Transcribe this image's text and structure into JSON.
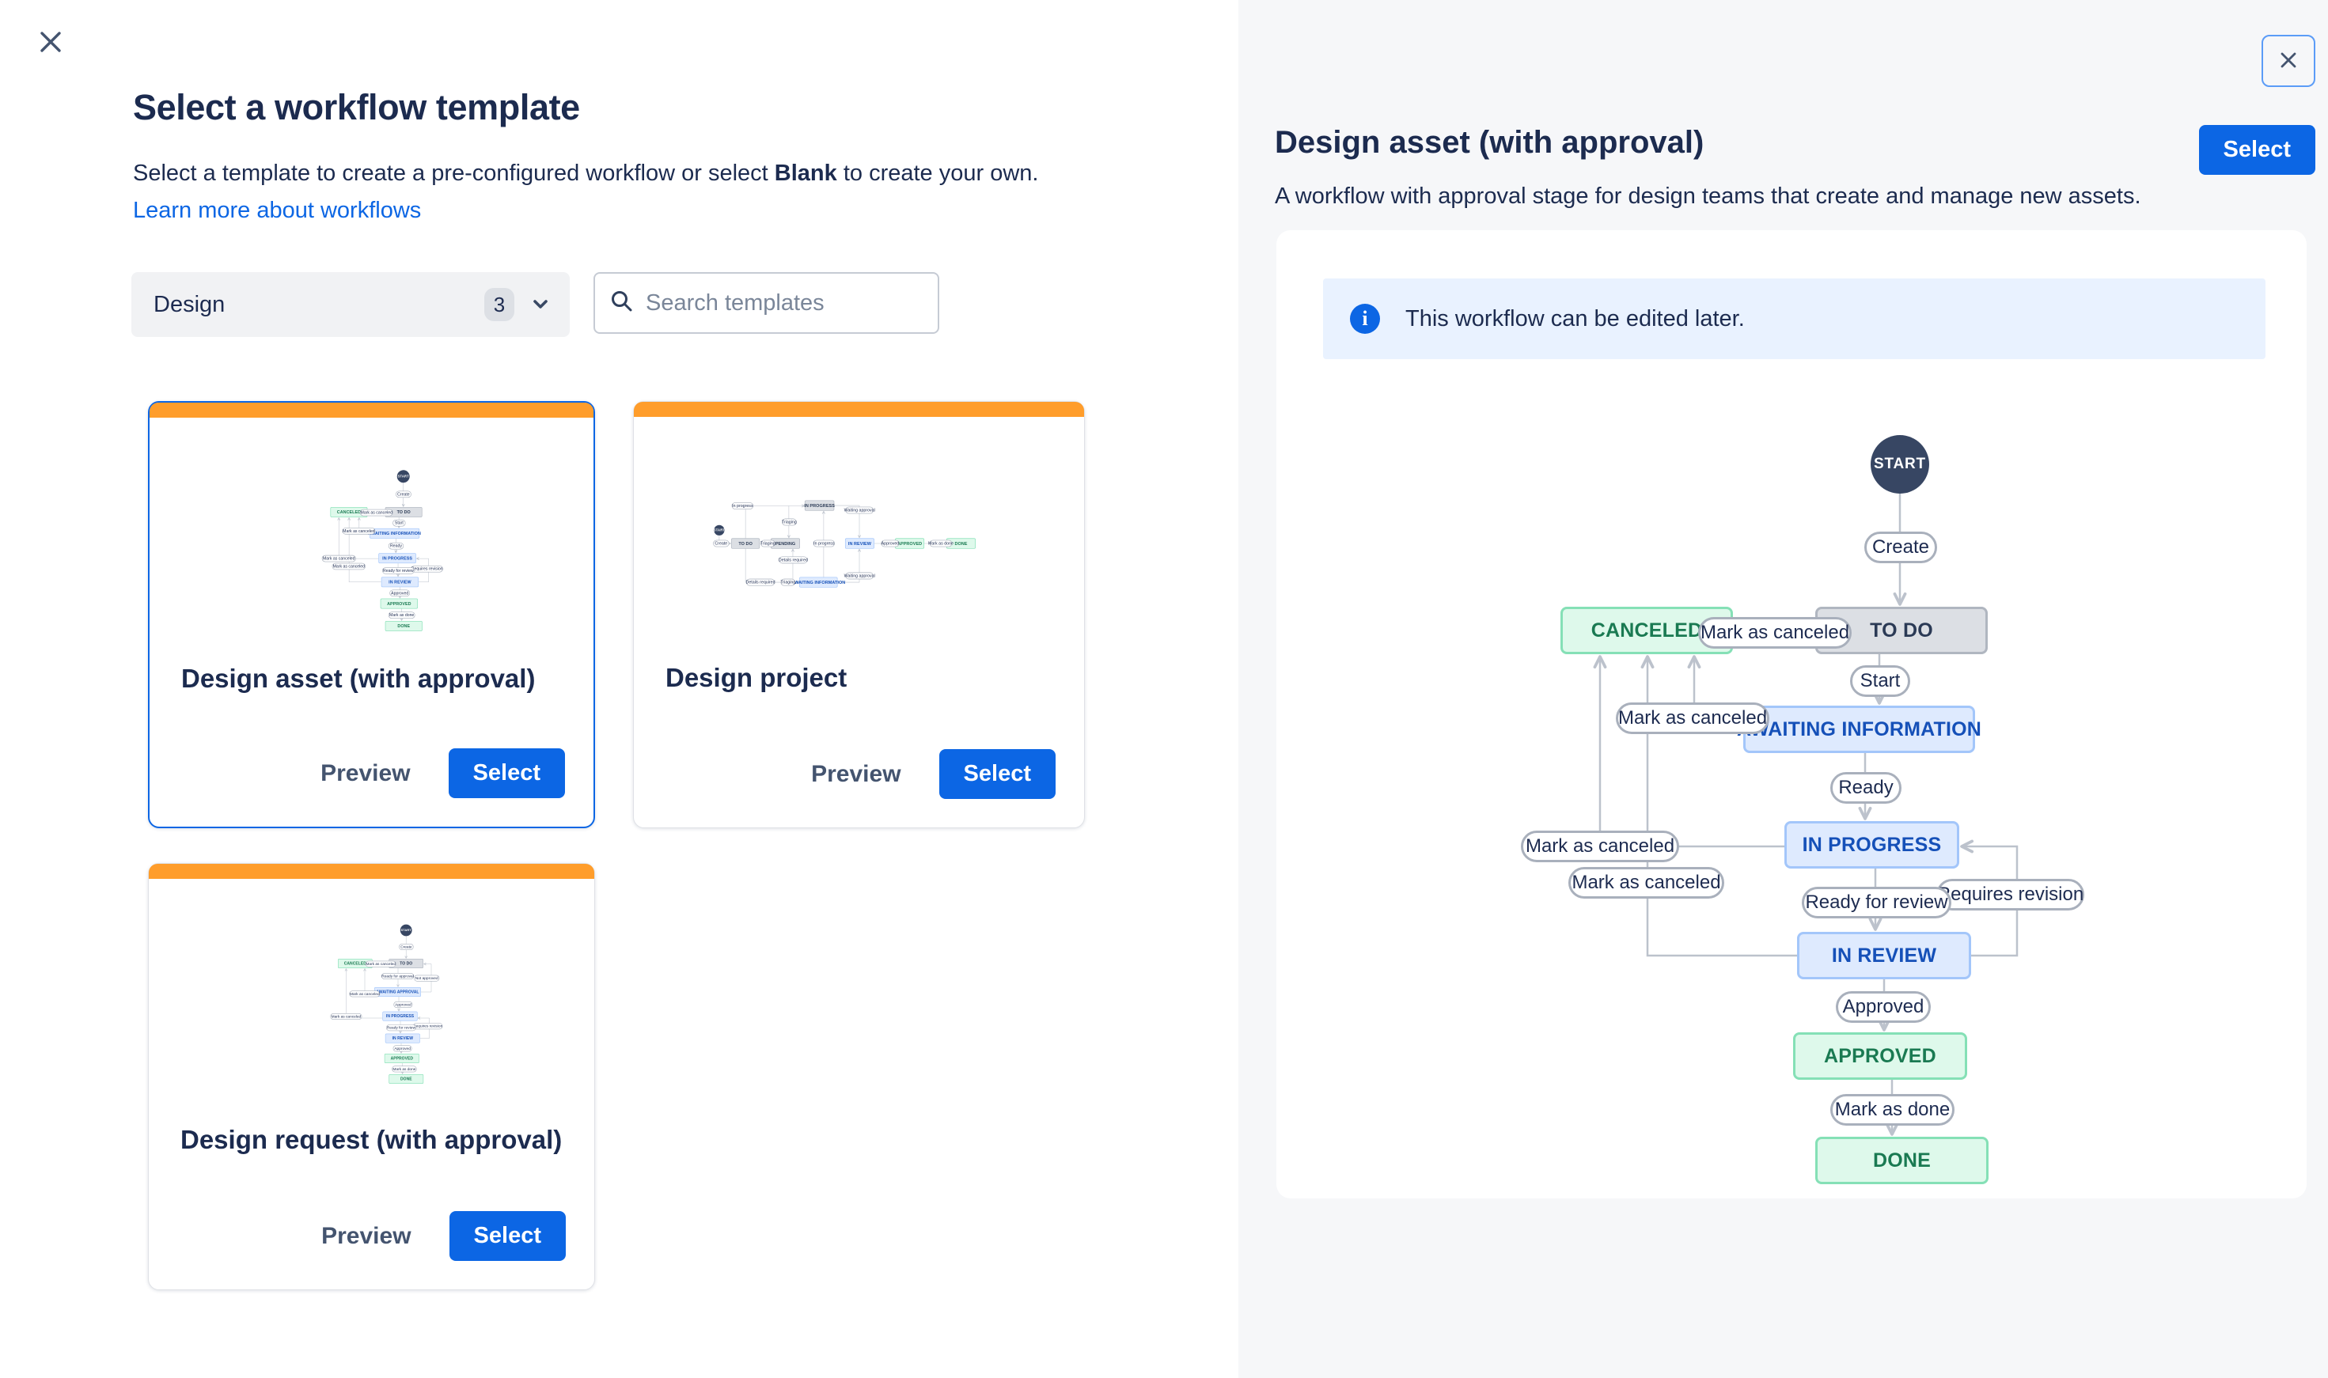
{
  "colors": {
    "accent_blue": "#0C66E4",
    "card_accent_orange": "#FF9D2B",
    "banner_bg": "#E9F2FF",
    "status_blue_text": "#1550B8",
    "status_green_text": "#1A7A52",
    "panel_bg": "#F6F7F9"
  },
  "left_panel": {
    "close_icon": "close-x",
    "title": "Select a workflow template",
    "description_parts": [
      "Select a template to create a pre-configured workflow or select ",
      "Blank",
      " to create your own."
    ],
    "link": "Learn more about workflows",
    "filter": {
      "label": "Design",
      "count": "3"
    },
    "search": {
      "placeholder": "Search templates"
    },
    "cards": [
      {
        "title": "Design asset (with approval)",
        "preview_label": "Preview",
        "select_label": "Select",
        "selected": true
      },
      {
        "title": "Design project",
        "preview_label": "Preview",
        "select_label": "Select",
        "selected": false
      },
      {
        "title": "Design request (with approval)",
        "preview_label": "Preview",
        "select_label": "Select",
        "selected": false
      }
    ]
  },
  "right_panel": {
    "title": "Design asset (with approval)",
    "select_label": "Select",
    "description": "A workflow with approval stage for design teams that create and manage new assets.",
    "banner": {
      "text": "This workflow can be edited later."
    }
  },
  "diagrams": {
    "asset": {
      "nodes": [
        {
          "id": "start",
          "kind": "start",
          "label": "START"
        },
        {
          "id": "canceled",
          "kind": "state",
          "color": "green",
          "label": "CANCELED"
        },
        {
          "id": "todo",
          "kind": "state",
          "color": "gray",
          "label": "TO DO"
        },
        {
          "id": "awaiting",
          "kind": "state",
          "color": "blue",
          "label": "AWAITING INFORMATION"
        },
        {
          "id": "inprogress",
          "kind": "state",
          "color": "blue",
          "label": "IN PROGRESS"
        },
        {
          "id": "inreview",
          "kind": "state",
          "color": "blue",
          "label": "IN REVIEW"
        },
        {
          "id": "approved",
          "kind": "state",
          "color": "green",
          "label": "APPROVED"
        },
        {
          "id": "done",
          "kind": "state",
          "color": "green",
          "label": "DONE"
        },
        {
          "id": "create",
          "kind": "pill",
          "label": "Create"
        },
        {
          "id": "mark1",
          "kind": "pill",
          "label": "Mark as canceled"
        },
        {
          "id": "startt",
          "kind": "pill",
          "label": "Start"
        },
        {
          "id": "mark2",
          "kind": "pill",
          "label": "Mark as canceled"
        },
        {
          "id": "ready",
          "kind": "pill",
          "label": "Ready"
        },
        {
          "id": "mark3",
          "kind": "pill",
          "label": "Mark as canceled"
        },
        {
          "id": "mark4",
          "kind": "pill",
          "label": "Mark as canceled"
        },
        {
          "id": "requires",
          "kind": "pill",
          "label": "Requires revision"
        },
        {
          "id": "readyreview",
          "kind": "pill",
          "label": "Ready for review"
        },
        {
          "id": "approvedp",
          "kind": "pill",
          "label": "Approved"
        },
        {
          "id": "markdone",
          "kind": "pill",
          "label": "Mark as done"
        }
      ]
    },
    "project": {
      "nodes": [
        {
          "id": "startc",
          "kind": "start",
          "label": "START"
        },
        {
          "id": "todo",
          "kind": "state",
          "color": "gray",
          "label": "TO DO"
        },
        {
          "id": "pending",
          "kind": "state",
          "color": "gray",
          "label": "PENDING"
        },
        {
          "id": "inprogress",
          "kind": "state",
          "color": "gray",
          "label": "IN PROGRESS"
        },
        {
          "id": "inreview",
          "kind": "state",
          "color": "blue",
          "label": "IN REVIEW"
        },
        {
          "id": "approved",
          "kind": "state",
          "color": "green",
          "label": "APPROVED"
        },
        {
          "id": "done",
          "kind": "state",
          "color": "green",
          "label": "DONE"
        },
        {
          "id": "awaiting",
          "kind": "state",
          "color": "blue",
          "label": "AWAITING INFORMATION"
        },
        {
          "id": "create",
          "kind": "pill",
          "label": "Create"
        },
        {
          "id": "triaging1",
          "kind": "pill",
          "label": "Triaging"
        },
        {
          "id": "inprogressp",
          "kind": "pill",
          "label": "In progress"
        },
        {
          "id": "triaging2",
          "kind": "pill",
          "label": "Triaging"
        },
        {
          "id": "waitapproval1",
          "kind": "pill",
          "label": "Waiting approval"
        },
        {
          "id": "inprogressp2",
          "kind": "pill",
          "label": "In progress"
        },
        {
          "id": "approvedp",
          "kind": "pill",
          "label": "Approved"
        },
        {
          "id": "markdone",
          "kind": "pill",
          "label": "Mark as done"
        },
        {
          "id": "detailsreq1",
          "kind": "pill",
          "label": "Details required"
        },
        {
          "id": "detailsreq2",
          "kind": "pill",
          "label": "Details required"
        },
        {
          "id": "triaging3",
          "kind": "pill",
          "label": "Triaging"
        },
        {
          "id": "waitapproval2",
          "kind": "pill",
          "label": "Waiting approval"
        }
      ]
    },
    "request": {
      "nodes": [
        {
          "id": "start",
          "kind": "start",
          "label": "START"
        },
        {
          "id": "canceled",
          "kind": "state",
          "color": "green",
          "label": "CANCELED"
        },
        {
          "id": "todo",
          "kind": "state",
          "color": "gray",
          "label": "TO DO"
        },
        {
          "id": "awaitingapproval",
          "kind": "state",
          "color": "blue",
          "label": "AWAITING APPROVAL"
        },
        {
          "id": "inprogress",
          "kind": "state",
          "color": "blue",
          "label": "IN PROGRESS"
        },
        {
          "id": "inreview",
          "kind": "state",
          "color": "blue",
          "label": "IN REVIEW"
        },
        {
          "id": "approved",
          "kind": "state",
          "color": "green",
          "label": "APPROVED"
        },
        {
          "id": "done",
          "kind": "state",
          "color": "green",
          "label": "DONE"
        },
        {
          "id": "create",
          "kind": "pill",
          "label": "Create"
        },
        {
          "id": "mark1",
          "kind": "pill",
          "label": "Mark as canceled"
        },
        {
          "id": "readyapproval",
          "kind": "pill",
          "label": "Ready for approval"
        },
        {
          "id": "notapproved",
          "kind": "pill",
          "label": "Not approved"
        },
        {
          "id": "mark2",
          "kind": "pill",
          "label": "Mark as canceled"
        },
        {
          "id": "approvedp1",
          "kind": "pill",
          "label": "Approved"
        },
        {
          "id": "mark3",
          "kind": "pill",
          "label": "Mark as canceled"
        },
        {
          "id": "requires",
          "kind": "pill",
          "label": "Requires revision"
        },
        {
          "id": "readyreview",
          "kind": "pill",
          "label": "Ready for review"
        },
        {
          "id": "approvedp2",
          "kind": "pill",
          "label": "Approved"
        },
        {
          "id": "markdone",
          "kind": "pill",
          "label": "Mark as done"
        }
      ]
    }
  }
}
